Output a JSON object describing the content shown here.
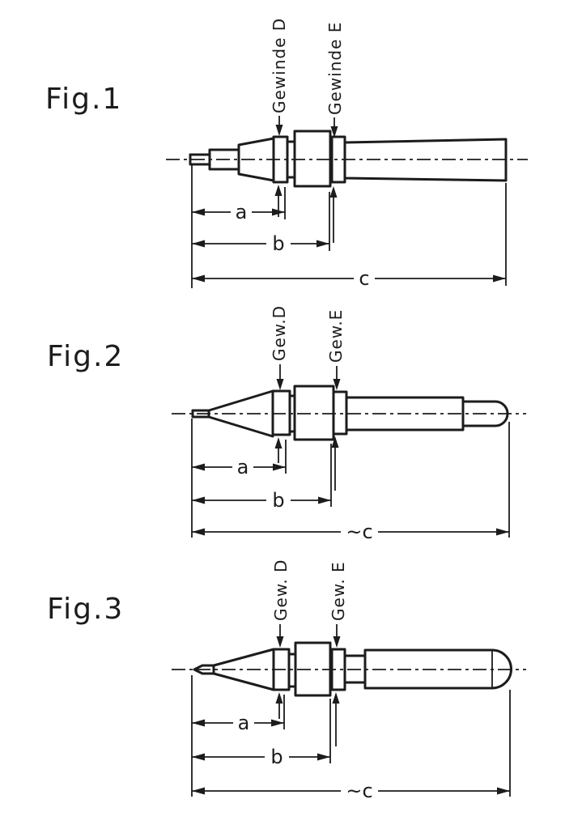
{
  "page": {
    "kind": "patent-technical-drawing",
    "colors": {
      "ink": "#1c1c1c",
      "paper": "#ffffff"
    }
  },
  "figures": [
    {
      "title": "Fig.1",
      "thread_label_d": "Gewinde D",
      "thread_label_e": "Gewinde E",
      "dim_a": "a",
      "dim_b": "b",
      "dim_c": "c"
    },
    {
      "title": "Fig.2",
      "thread_label_d": "Gew.D",
      "thread_label_e": "Gew.E",
      "dim_a": "a",
      "dim_b": "b",
      "dim_c": "~c"
    },
    {
      "title": "Fig.3",
      "thread_label_d": "Gew. D",
      "thread_label_e": "Gew. E",
      "dim_a": "a",
      "dim_b": "b",
      "dim_c": "~c"
    }
  ]
}
